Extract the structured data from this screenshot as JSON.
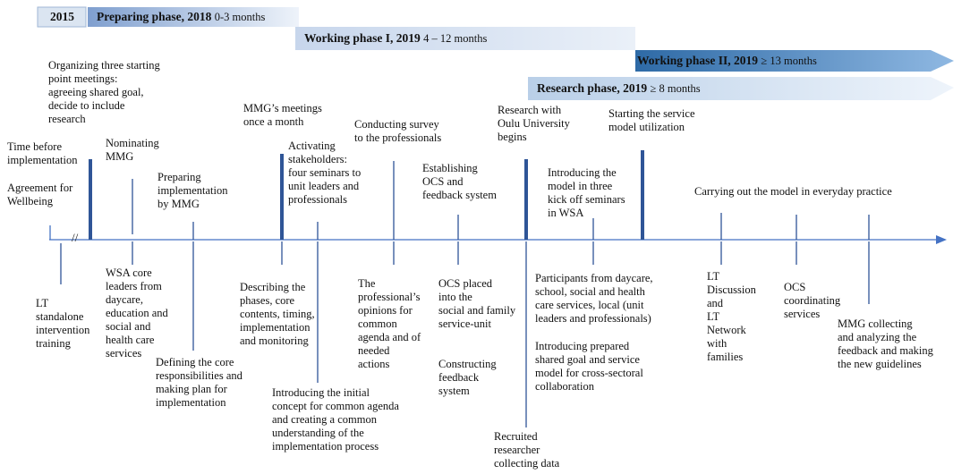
{
  "year_box": "2015",
  "phases": [
    {
      "id": "preparing",
      "name": "Preparing phase, 2018",
      "range": "0-3 months"
    },
    {
      "id": "working1",
      "name": "Working phase I, 2019",
      "range": "4 – 12 months"
    },
    {
      "id": "working2",
      "name": "Working phase II, 2019",
      "range": "≥ 13 months"
    },
    {
      "id": "research",
      "name": "Research phase, 2019",
      "range": "≥ 8 months"
    }
  ],
  "break_mark": "//",
  "above": {
    "time_before": "Time before\nimplementation",
    "agreement": "Agreement for\nWellbeing",
    "organizing": "Organizing three starting\npoint meetings:\nagreeing shared goal,\ndecide to include\nresearch",
    "nominating": "Nominating\nMMG",
    "preparing_impl": "Preparing\nimplementation\nby MMG",
    "mmg_meetings": "MMG’s meetings\nonce a month",
    "activating": "Activating\nstakeholders:\nfour seminars to\nunit leaders and\nprofessionals",
    "survey": "Conducting survey\nto the professionals",
    "establishing": "Establishing\nOCS and\nfeedback system",
    "oulu": "Research with\nOulu University\nbegins",
    "introducing_model": "Introducing the\nmodel in three\nkick off seminars\nin WSA",
    "starting_service": "Starting the service\nmodel utilization",
    "carrying_out": "Carrying out the model in everyday practice"
  },
  "below": {
    "lt_training": "LT\nstandalone\nintervention\ntraining",
    "wsa_core": "WSA core\nleaders from\ndaycare,\neducation and\nsocial and\nhealth care\nservices",
    "defining": "Defining the core\nresponsibilities and\nmaking plan for\nimplementation",
    "describing": "Describing the\nphases, core\ncontents, timing,\nimplementation\nand monitoring",
    "introducing_concept": "Introducing the initial\nconcept for common agenda\nand creating a common\nunderstanding of the\nimplementation process",
    "opinions": "The\nprofessional’s\nopinions for\ncommon\nagenda and of\nneeded\nactions",
    "ocs_placed": "OCS placed\ninto the\nsocial and family\nservice-unit",
    "constructing": "Constructing\nfeedback\nsystem",
    "recruited": "Recruited\nresearcher\ncollecting data",
    "participants": "Participants from daycare,\nschool, social and health\ncare services, local (unit\nleaders and professionals)",
    "introducing_prepared": "Introducing prepared\nshared goal and service\nmodel for cross-sectoral\ncollaboration",
    "lt_discussion": "LT\nDiscussion\nand\nLT\nNetwork\nwith\nfamilies",
    "ocs_coordinating": "OCS\ncoordinating\nservices",
    "mmg_collecting": "MMG collecting\nand analyzing the\nfeedback and making\nthe new guidelines"
  },
  "colors": {
    "year_box": "#dbe5f1",
    "preparing_start": "#7f9fcf",
    "working1_start": "#c7d6ec",
    "working2_start": "#2e6aa6",
    "research_start": "#b9cfe8",
    "axis": "#4472c4",
    "tick": "#2f5597"
  }
}
